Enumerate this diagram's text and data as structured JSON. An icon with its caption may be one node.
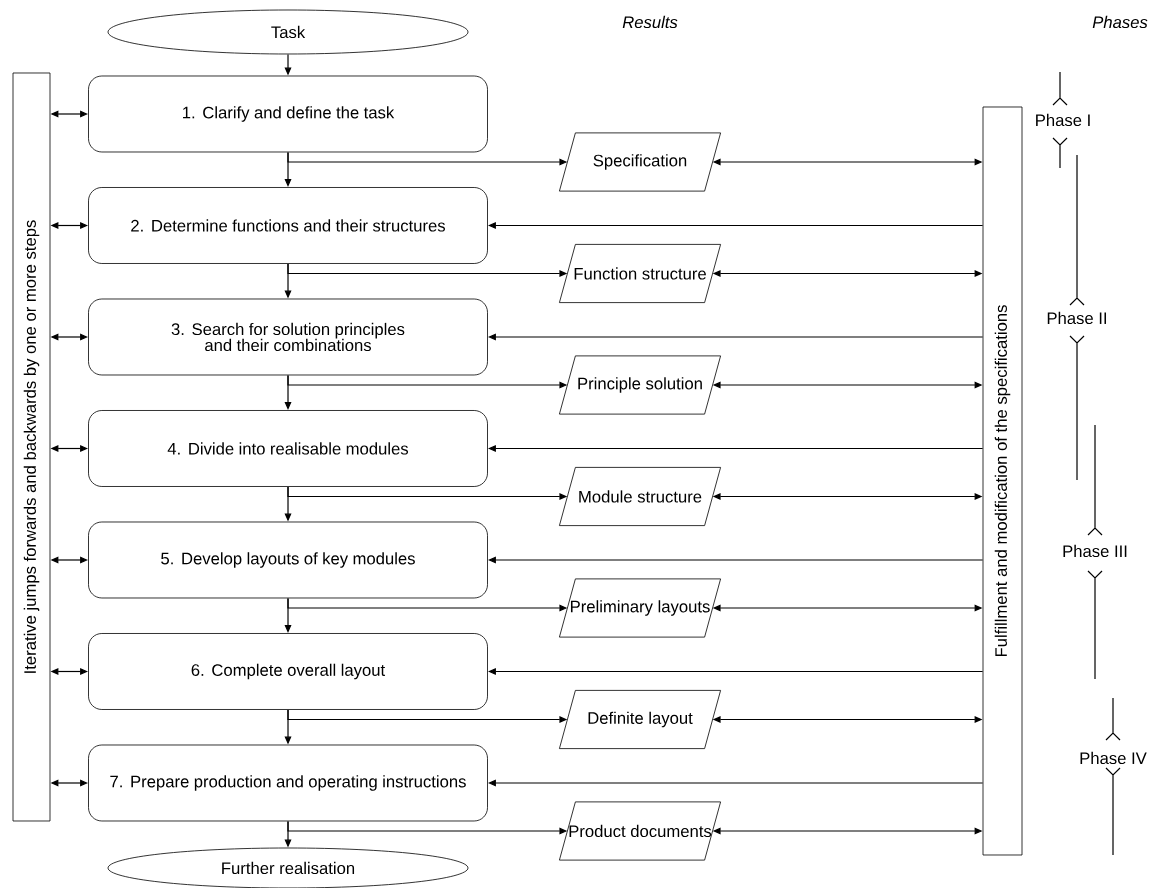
{
  "diagram": {
    "nodes": [
      {
        "text": [
          "Task"
        ]
      },
      {
        "text": [
          "Iterative jumps forwards and backwards by one or more steps"
        ]
      },
      {
        "text": [
          "1. Clarify and define the task"
        ]
      },
      {
        "text": [
          "Specification"
        ]
      },
      {
        "text": [
          "2. Determine functions and their structures"
        ]
      },
      {
        "text": [
          "Function structure"
        ]
      },
      {
        "text": [
          "3. Search for solution principles and their combinations"
        ]
      },
      {
        "text": [
          "Principle solution"
        ]
      },
      {
        "text": [
          "4. Divide into realisable modules"
        ]
      },
      {
        "text": [
          "Module structure"
        ]
      },
      {
        "text": [
          "5. Develop layouts of key modules"
        ]
      },
      {
        "text": [
          "Preliminary layouts"
        ]
      },
      {
        "text": [
          "6. Complete overall layout"
        ]
      },
      {
        "text": [
          "Definite layout"
        ]
      },
      {
        "text": [
          "7. Prepare production and operating instructions"
        ]
      },
      {
        "text": [
          "Product documents"
        ]
      },
      {
        "text": [
          "Further realisation"
        ]
      },
      {
        "text": [
          "Fulfillment and modification of the specifications"
        ]
      }
    ],
    "edges": [
      {
        "from": 0,
        "to": 2,
        "arrow": "to"
      },
      {
        "from": 2,
        "to": 4,
        "arrow": "to"
      },
      {
        "from": 4,
        "to": 6,
        "arrow": "to"
      },
      {
        "from": 6,
        "to": 8,
        "arrow": "to"
      },
      {
        "from": 8,
        "to": 10,
        "arrow": "to"
      },
      {
        "from": 10,
        "to": 12,
        "arrow": "to"
      },
      {
        "from": 12,
        "to": 14,
        "arrow": "to"
      },
      {
        "from": 14,
        "to": 16,
        "arrow": "to"
      },
      {
        "from": 2,
        "to": 3,
        "arrow": "to"
      },
      {
        "from": 4,
        "to": 5,
        "arrow": "to"
      },
      {
        "from": 6,
        "to": 7,
        "arrow": "to"
      },
      {
        "from": 8,
        "to": 9,
        "arrow": "to"
      },
      {
        "from": 10,
        "to": 11,
        "arrow": "to"
      },
      {
        "from": 12,
        "to": 13,
        "arrow": "to"
      },
      {
        "from": 14,
        "to": 15,
        "arrow": "to"
      },
      {
        "from": 1,
        "to": 2,
        "arrow": "both"
      },
      {
        "from": 1,
        "to": 4,
        "arrow": "both"
      },
      {
        "from": 1,
        "to": 6,
        "arrow": "both"
      },
      {
        "from": 1,
        "to": 8,
        "arrow": "both"
      },
      {
        "from": 1,
        "to": 10,
        "arrow": "both"
      },
      {
        "from": 1,
        "to": 12,
        "arrow": "both"
      },
      {
        "from": 1,
        "to": 14,
        "arrow": "both"
      },
      {
        "from": 3,
        "to": 17,
        "arrow": "both"
      },
      {
        "from": 5,
        "to": 17,
        "arrow": "both"
      },
      {
        "from": 7,
        "to": 17,
        "arrow": "both"
      },
      {
        "from": 9,
        "to": 17,
        "arrow": "both"
      },
      {
        "from": 11,
        "to": 17,
        "arrow": "both"
      },
      {
        "from": 13,
        "to": 17,
        "arrow": "both"
      },
      {
        "from": 15,
        "to": 17,
        "arrow": "both"
      },
      {
        "from": 17,
        "to": 4,
        "arrow": "to"
      },
      {
        "from": 17,
        "to": 6,
        "arrow": "to"
      },
      {
        "from": 17,
        "to": 8,
        "arrow": "to"
      },
      {
        "from": 17,
        "to": 10,
        "arrow": "to"
      },
      {
        "from": 17,
        "to": 12,
        "arrow": "to"
      },
      {
        "from": 17,
        "to": 14,
        "arrow": "to"
      }
    ],
    "labels": [
      "Results",
      "Phases",
      "Phase I",
      "Phase II",
      "Phase III",
      "Phase IV"
    ]
  }
}
